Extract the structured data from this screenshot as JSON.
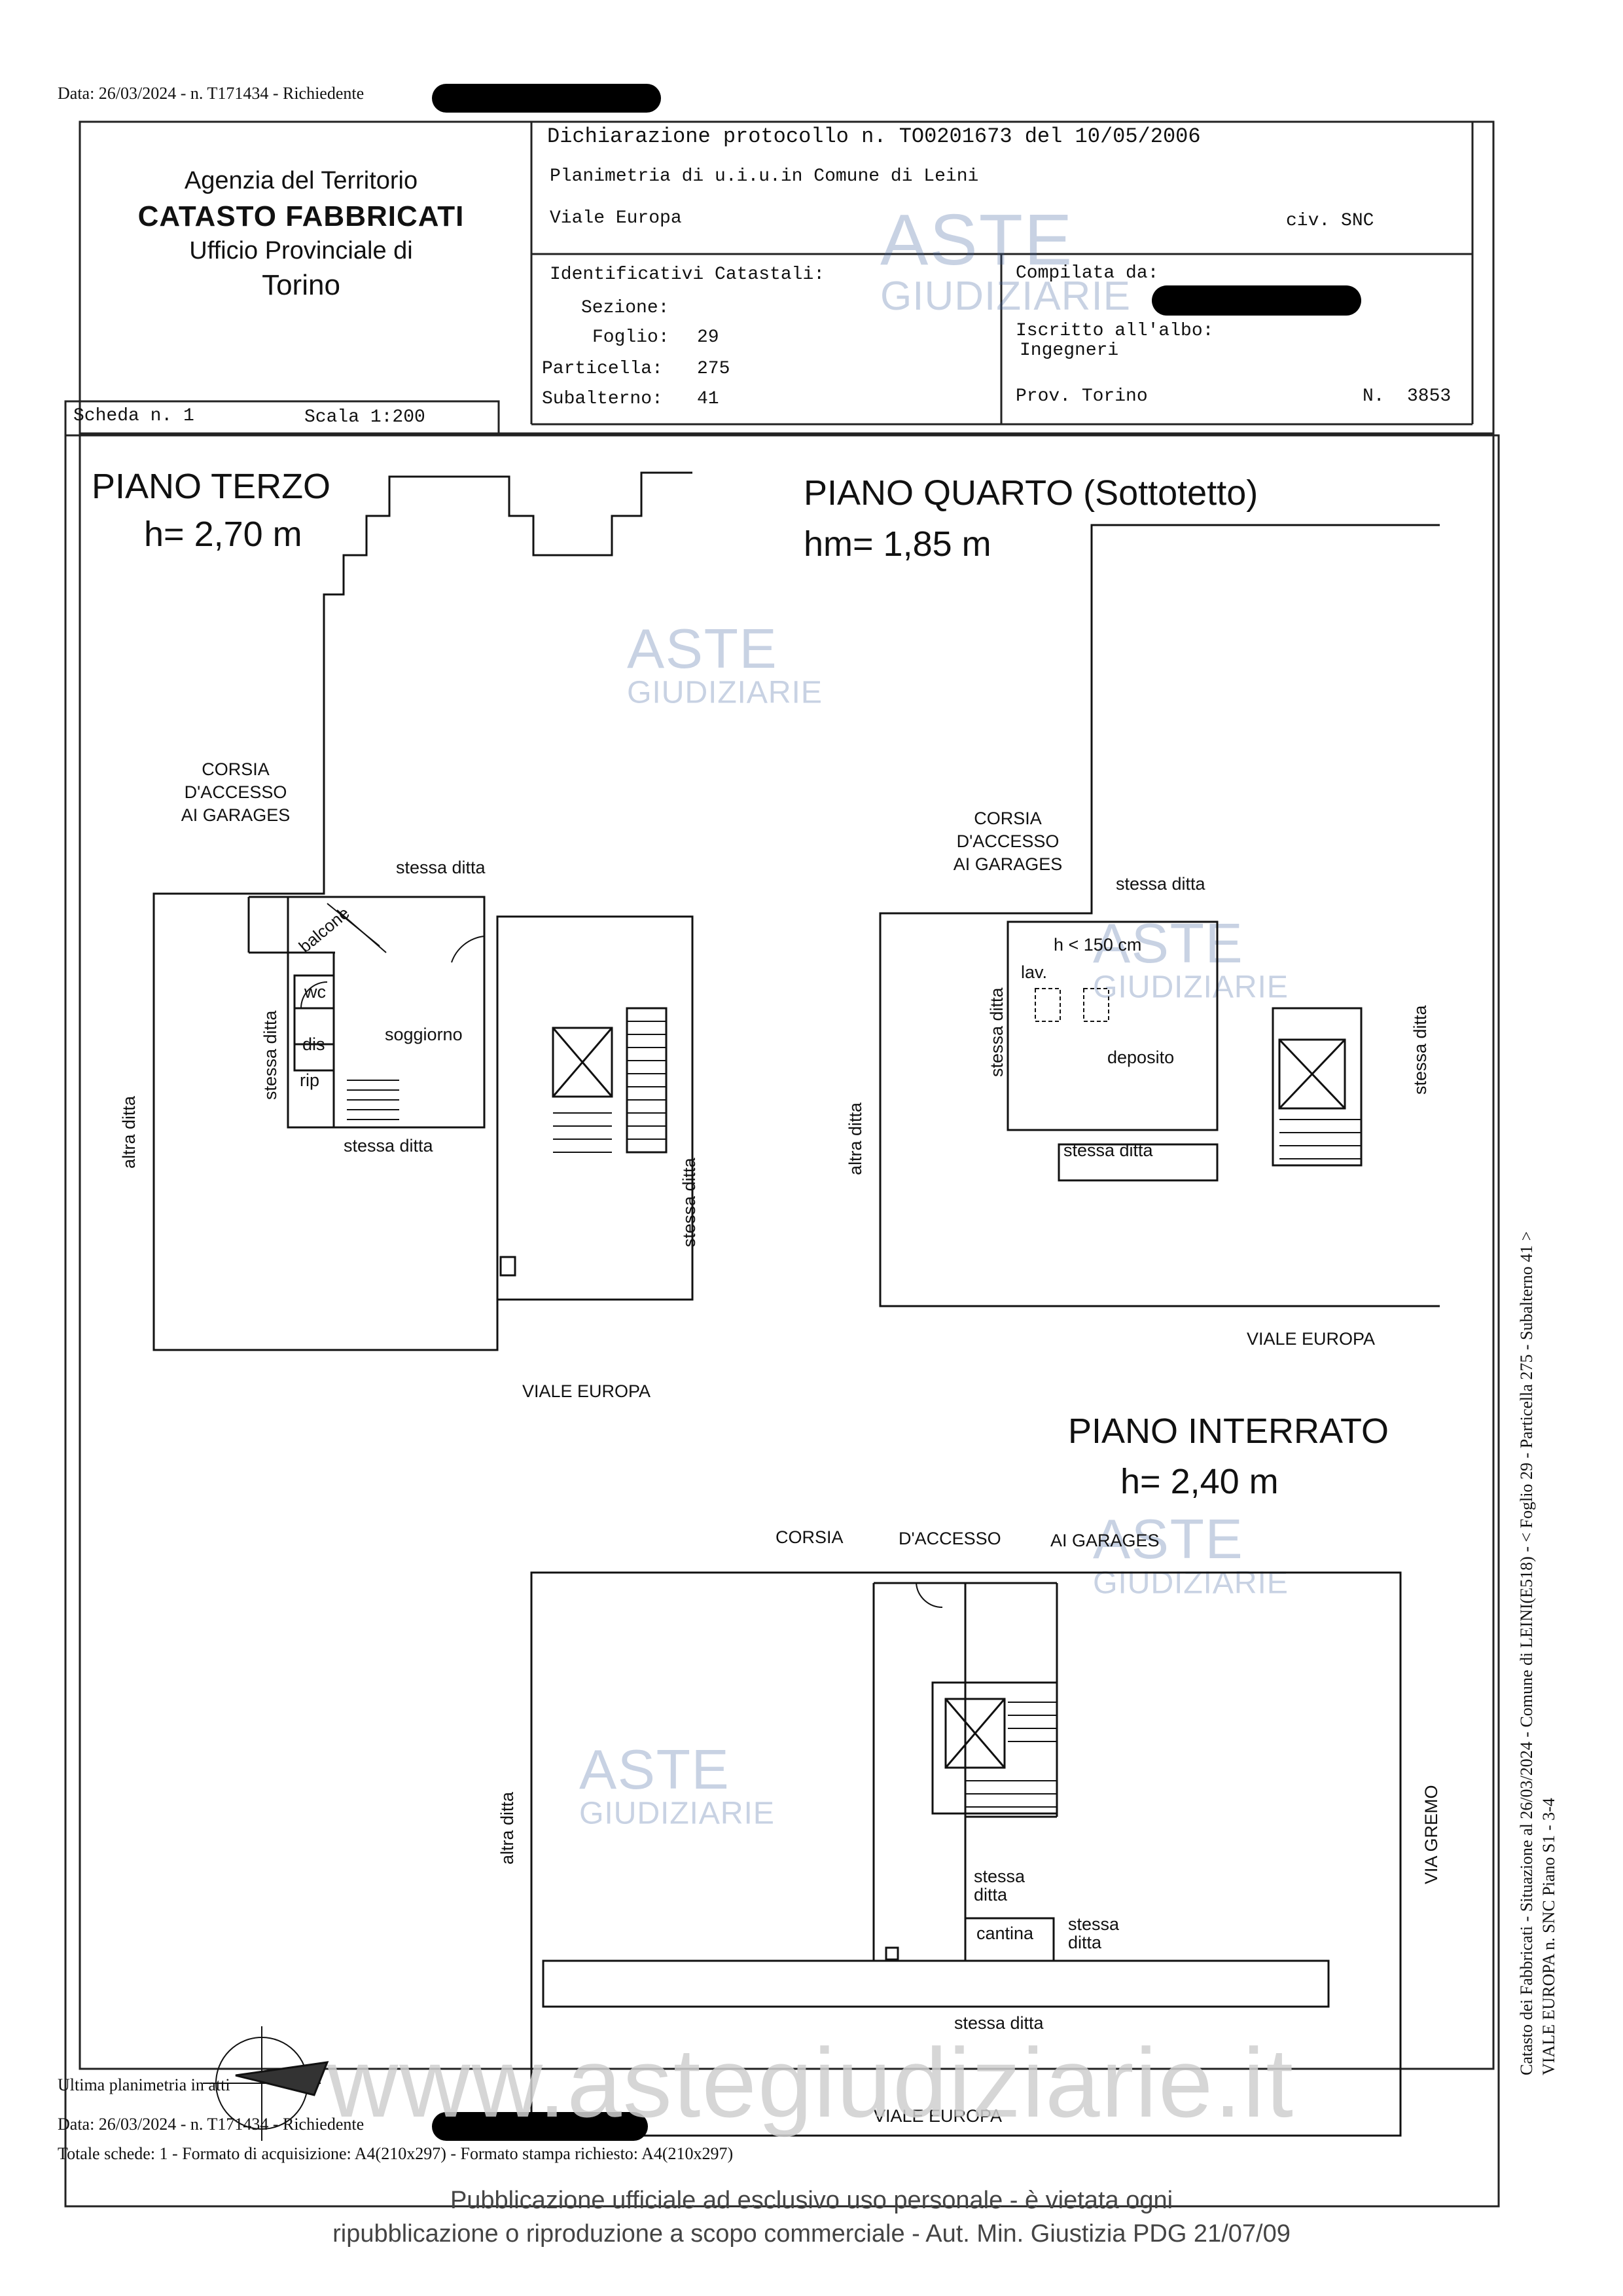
{
  "header_line": "Data: 26/03/2024 - n. T171434 - Richiedente",
  "office": {
    "agency": "Agenzia del Territorio",
    "catasto": "CATASTO FABBRICATI",
    "ufficio": "Ufficio Provinciale di",
    "city": "Torino"
  },
  "declaration": {
    "protocol": "Dichiarazione protocollo n. TO0201673 del  10/05/2006",
    "planimetria": "Planimetria di u.i.u.in Comune di Leini",
    "address": "Viale Europa",
    "civ": "civ. SNC"
  },
  "identifiers": {
    "title": "Identificativi Catastali:",
    "sezione_label": "Sezione:",
    "foglio_label": "Foglio:",
    "foglio": "29",
    "particella_label": "Particella:",
    "particella": "275",
    "subalterno_label": "Subalterno:",
    "subalterno": "41"
  },
  "compiler": {
    "compilata": "Compilata da:",
    "iscritto": "Iscritto all'albo:",
    "albo": "Ingegneri",
    "prov": "Prov. Torino",
    "n_label": "N.",
    "n": "3853"
  },
  "scheda": {
    "scheda": "Scheda n. 1",
    "scala": "Scala 1:200"
  },
  "watermark": {
    "line1": "ASTE",
    "line2": "GIUDIZIARIE"
  },
  "plans": {
    "terzo": {
      "title": "PIANO TERZO",
      "height": "h= 2,70 m",
      "corsia": [
        "CORSIA",
        "D'ACCESSO",
        "AI GARAGES"
      ],
      "stessa_top": "stessa ditta",
      "stessa_left": "stessa ditta",
      "stessa_bottom": "stessa ditta",
      "stessa_right": "stessa ditta",
      "altra": "altra ditta",
      "balcone": "balcone",
      "wc": "wc",
      "dis": "dis",
      "rip": "rip",
      "soggiorno": "soggiorno",
      "street": "VIALE EUROPA"
    },
    "quarto": {
      "title": "PIANO QUARTO (Sottotetto)",
      "height": "hm= 1,85 m",
      "corsia": [
        "CORSIA",
        "D'ACCESSO",
        "AI GARAGES"
      ],
      "stessa_top": "stessa ditta",
      "stessa_left": "stessa ditta",
      "stessa_bottom": "stessa ditta",
      "stessa_right": "stessa ditta",
      "altra": "altra ditta",
      "h150": "h < 150 cm",
      "lav": "lav.",
      "deposito": "deposito",
      "street": "VIALE EUROPA"
    },
    "interrato": {
      "title": "PIANO INTERRATO",
      "height": "h= 2,40 m",
      "corsia1": "CORSIA",
      "corsia2": "D'ACCESSO",
      "corsia3": "AI GARAGES",
      "altra": "altra ditta",
      "stessa1": [
        "stessa",
        "ditta"
      ],
      "stessa2": [
        "stessa",
        "ditta"
      ],
      "cantina": "cantina",
      "stessa_bottom": "stessa ditta",
      "via_gremo": "VIA GREMO",
      "street": "VIALE EUROPA"
    }
  },
  "side_note": {
    "line1": "Catasto dei Fabbricati - Situazione al 26/03/2024 - Comune di LEINI(E518) - < Foglio 29 - Particella 275 - Subalterno 41 >",
    "line2": "VIALE EUROPA n. SNC Piano S1 - 3-4"
  },
  "footer": {
    "ultima": "Ultima planimetria in atti",
    "data": "Data: 26/03/2024 - n. T171434 - Richiedente",
    "schede": "Totale schede: 1 - Formato di acquisizione: A4(210x297)  - Formato stampa richiesto: A4(210x297)",
    "website": "www.astegiudiziarie.it",
    "pub1": "Pubblicazione ufficiale ad esclusivo uso personale - è vietata ogni",
    "pub2": "ripubblicazione o riproduzione a scopo commerciale - Aut. Min. Giustizia PDG 21/07/09"
  }
}
